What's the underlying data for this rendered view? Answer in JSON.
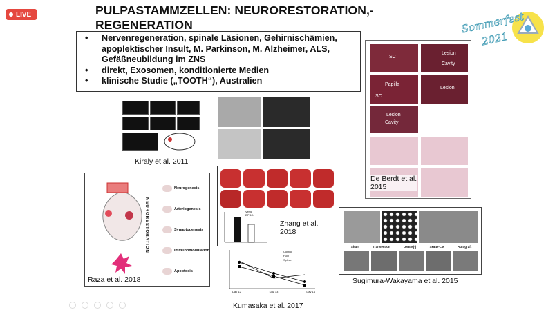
{
  "live_badge": "LIVE",
  "slide": {
    "title": "PULPASTAMMZELLEN: NEURORESTORATION,- REGENERATION",
    "logo_text": "Sommerfest 2021",
    "bullets": [
      "Nervenregeneration, spinale Läsionen, Gehirnischämien, apoplektischer Insult, M. Parkinson, M. Alzheimer, ALS, Gefäßneubildung im ZNS",
      "direkt, Exosomen, konditionierte Medien",
      "klinische Studie („TOOTH“), Australien"
    ],
    "captions": {
      "kiraly": "Kiraly et al. 2011",
      "zhang": "Zhang et al.\n2018",
      "debertd": "De Berdt et al.\n2015",
      "raza": "Raza et al. 2018",
      "kumasaka": "Kumasaka et al. 2017",
      "sugimura": "Sugimura-Wakayama et al. 2015"
    },
    "raza_labels": [
      "Neurogenesis",
      "Arteriogenesis",
      "Synaptogenesis",
      "Immunomodulation",
      "Apoptosis"
    ],
    "raza_side": "NEURORESTORATION",
    "debertd_labels": [
      "SC",
      "Lesion",
      "Cavity",
      "Papilla",
      "SC",
      "Lesion",
      "Lesion",
      "Cavity"
    ],
    "sugimura_labels": [
      "Sham",
      "Transection",
      "DMEM(-)",
      "SHED-CM",
      "Autograft"
    ],
    "kumasaka_legend": [
      "Control",
      "Pulp",
      "Spleen"
    ],
    "kumasaka_xticks": [
      "Day 12",
      "Day 13",
      "Day 14"
    ],
    "zhang_legend": [
      "Vehic",
      "DPSC-"
    ]
  }
}
